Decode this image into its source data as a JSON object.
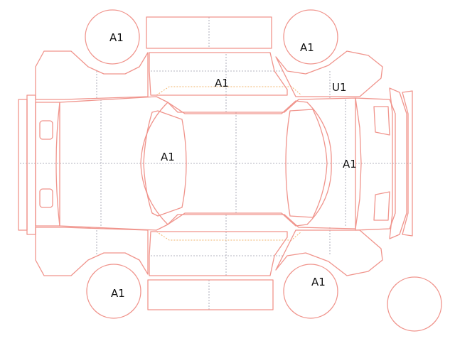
{
  "colors": {
    "outline": "#f0948c",
    "guide": "#9a9aaa",
    "seam": "#f2b46a",
    "text": "#111111"
  },
  "markers": {
    "wheel_front_left": "A1",
    "wheel_front_right": "A1",
    "roof": "A1",
    "hood": "A1",
    "right_side": "U1",
    "trunk": "A1",
    "wheel_rear_left": "A1",
    "wheel_rear_right": "A1"
  },
  "spare_tire": ""
}
